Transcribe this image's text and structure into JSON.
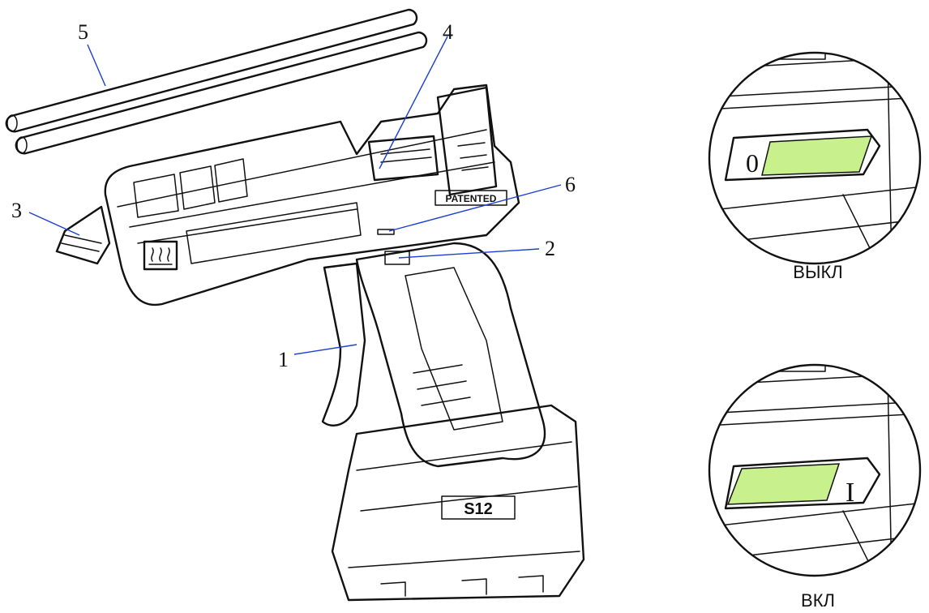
{
  "callouts": {
    "trigger": "1",
    "switch": "2",
    "nozzle": "3",
    "stick_feed": "4",
    "glue_sticks": "5",
    "indicator": "6"
  },
  "markings": {
    "brand_plate": "PATENTED",
    "battery_model": "S12",
    "off_symbol": "0",
    "on_symbol": "I"
  },
  "switch_states": {
    "off_label": "ВЫКЛ",
    "on_label": "ВКЛ"
  },
  "colors": {
    "line": "#111111",
    "leader": "#1a3fd1",
    "switch_highlight": "#c8f08c"
  },
  "icons": [
    "heat-symbol-icon"
  ]
}
